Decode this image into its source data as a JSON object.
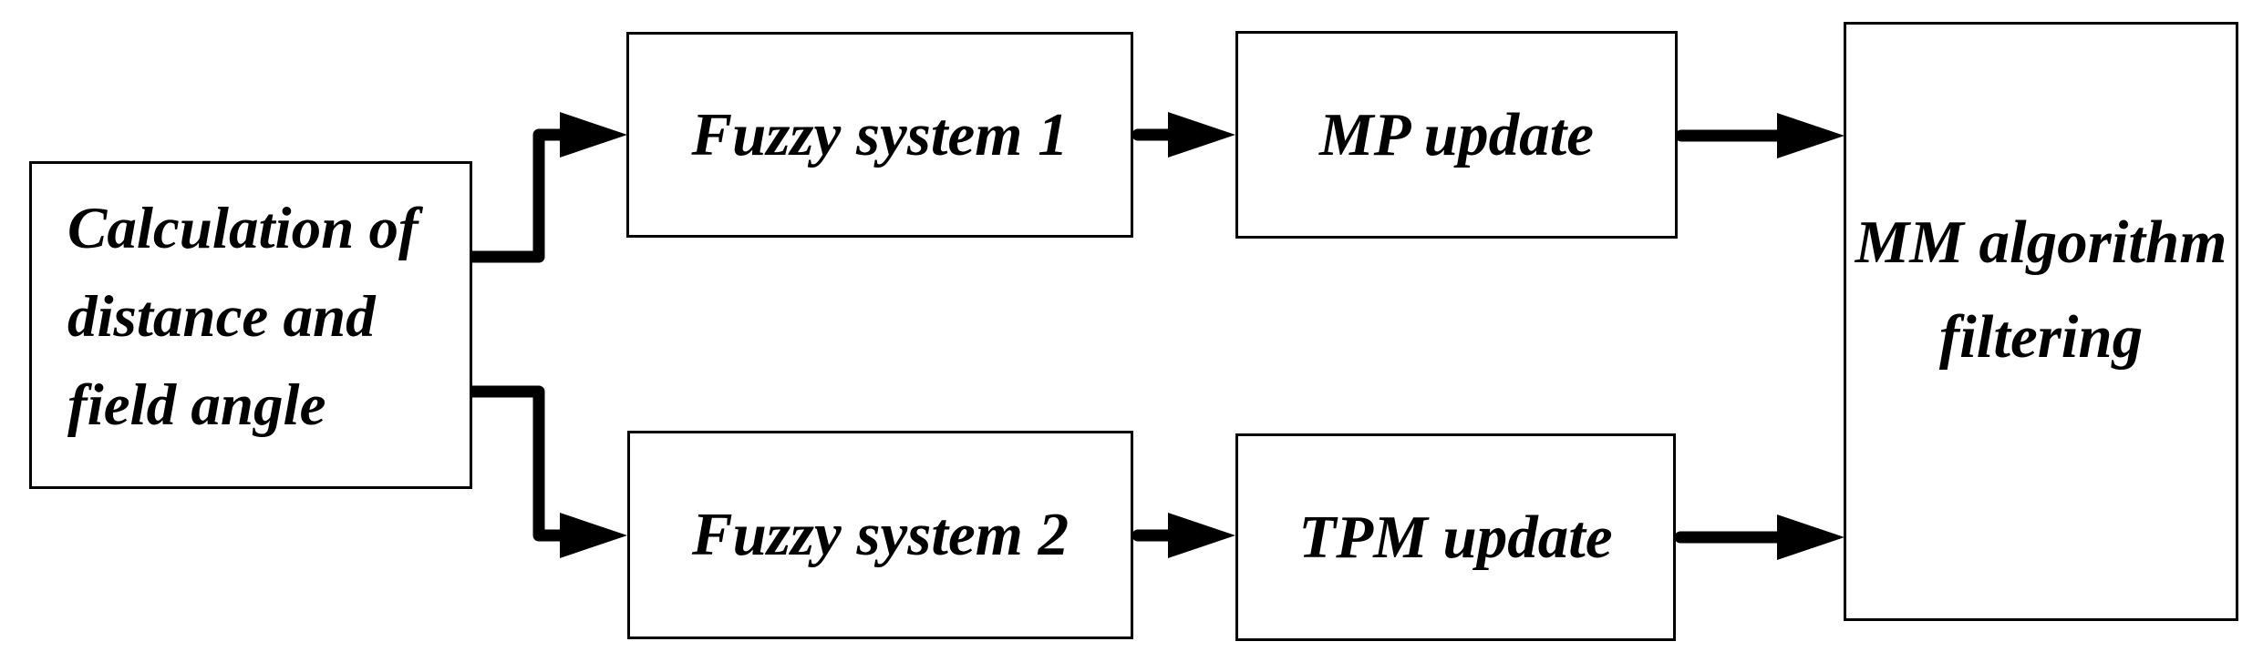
{
  "diagram": {
    "type": "flowchart",
    "colors": {
      "background": "#ffffff",
      "box_border": "#000000",
      "arrow": "#000000",
      "text": "#000000"
    },
    "nodes": {
      "calc": {
        "lines": [
          "Calculation of",
          "distance and",
          "field angle"
        ]
      },
      "fuzzy1": {
        "label": "Fuzzy system 1"
      },
      "mp": {
        "label": "MP update"
      },
      "fuzzy2": {
        "label": "Fuzzy system 2"
      },
      "tpm": {
        "label": "TPM update"
      },
      "mm": {
        "lines": [
          "MM algorithm",
          "filtering"
        ]
      }
    },
    "edges": [
      {
        "from": "calc",
        "to": "fuzzy1",
        "shape": "elbow",
        "arrowhead": "filled-triangle"
      },
      {
        "from": "calc",
        "to": "fuzzy2",
        "shape": "elbow",
        "arrowhead": "filled-triangle"
      },
      {
        "from": "fuzzy1",
        "to": "mp",
        "shape": "straight",
        "arrowhead": "filled-triangle"
      },
      {
        "from": "mp",
        "to": "mm",
        "shape": "straight",
        "arrowhead": "filled-triangle"
      },
      {
        "from": "fuzzy2",
        "to": "tpm",
        "shape": "straight",
        "arrowhead": "filled-triangle"
      },
      {
        "from": "tpm",
        "to": "mm",
        "shape": "straight",
        "arrowhead": "filled-triangle"
      }
    ]
  }
}
